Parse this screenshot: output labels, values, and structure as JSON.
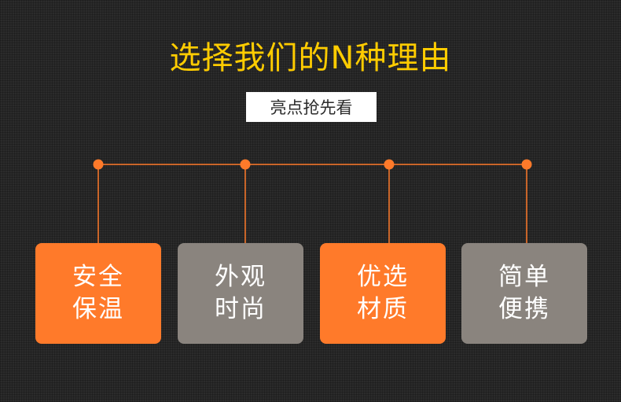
{
  "colors": {
    "title": "#ffcc00",
    "accent": "#ff7a2a",
    "gray": "#8a847e"
  },
  "header": {
    "title": "选择我们的N种理由",
    "subtitle": "亮点抢先看"
  },
  "cards": [
    {
      "line1": "安全",
      "line2": "保温",
      "color": "orange"
    },
    {
      "line1": "外观",
      "line2": "时尚",
      "color": "gray"
    },
    {
      "line1": "优选",
      "line2": "材质",
      "color": "orange"
    },
    {
      "line1": "简单",
      "line2": "便携",
      "color": "gray"
    }
  ]
}
